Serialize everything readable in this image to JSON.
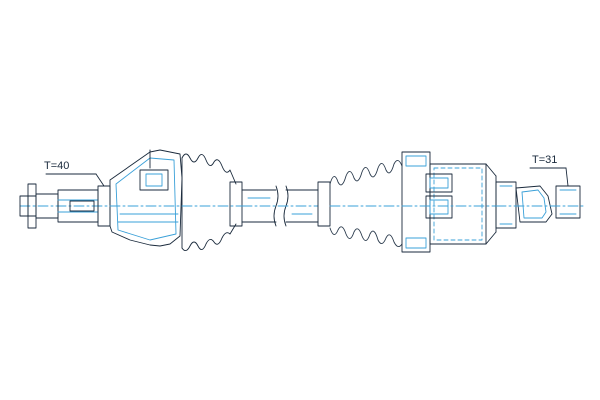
{
  "labels": {
    "left_spline": "T=40",
    "right_spline": "T=31"
  },
  "colors": {
    "outline": "#1a2a3c",
    "accent": "#3aa0d8",
    "boot": "#2a3a4c",
    "background": "#ffffff"
  },
  "parts": [
    "outer-cv-joint",
    "outer-boot",
    "drive-shaft",
    "inner-boot",
    "inner-tripod-housing",
    "inner-stub-shaft"
  ]
}
